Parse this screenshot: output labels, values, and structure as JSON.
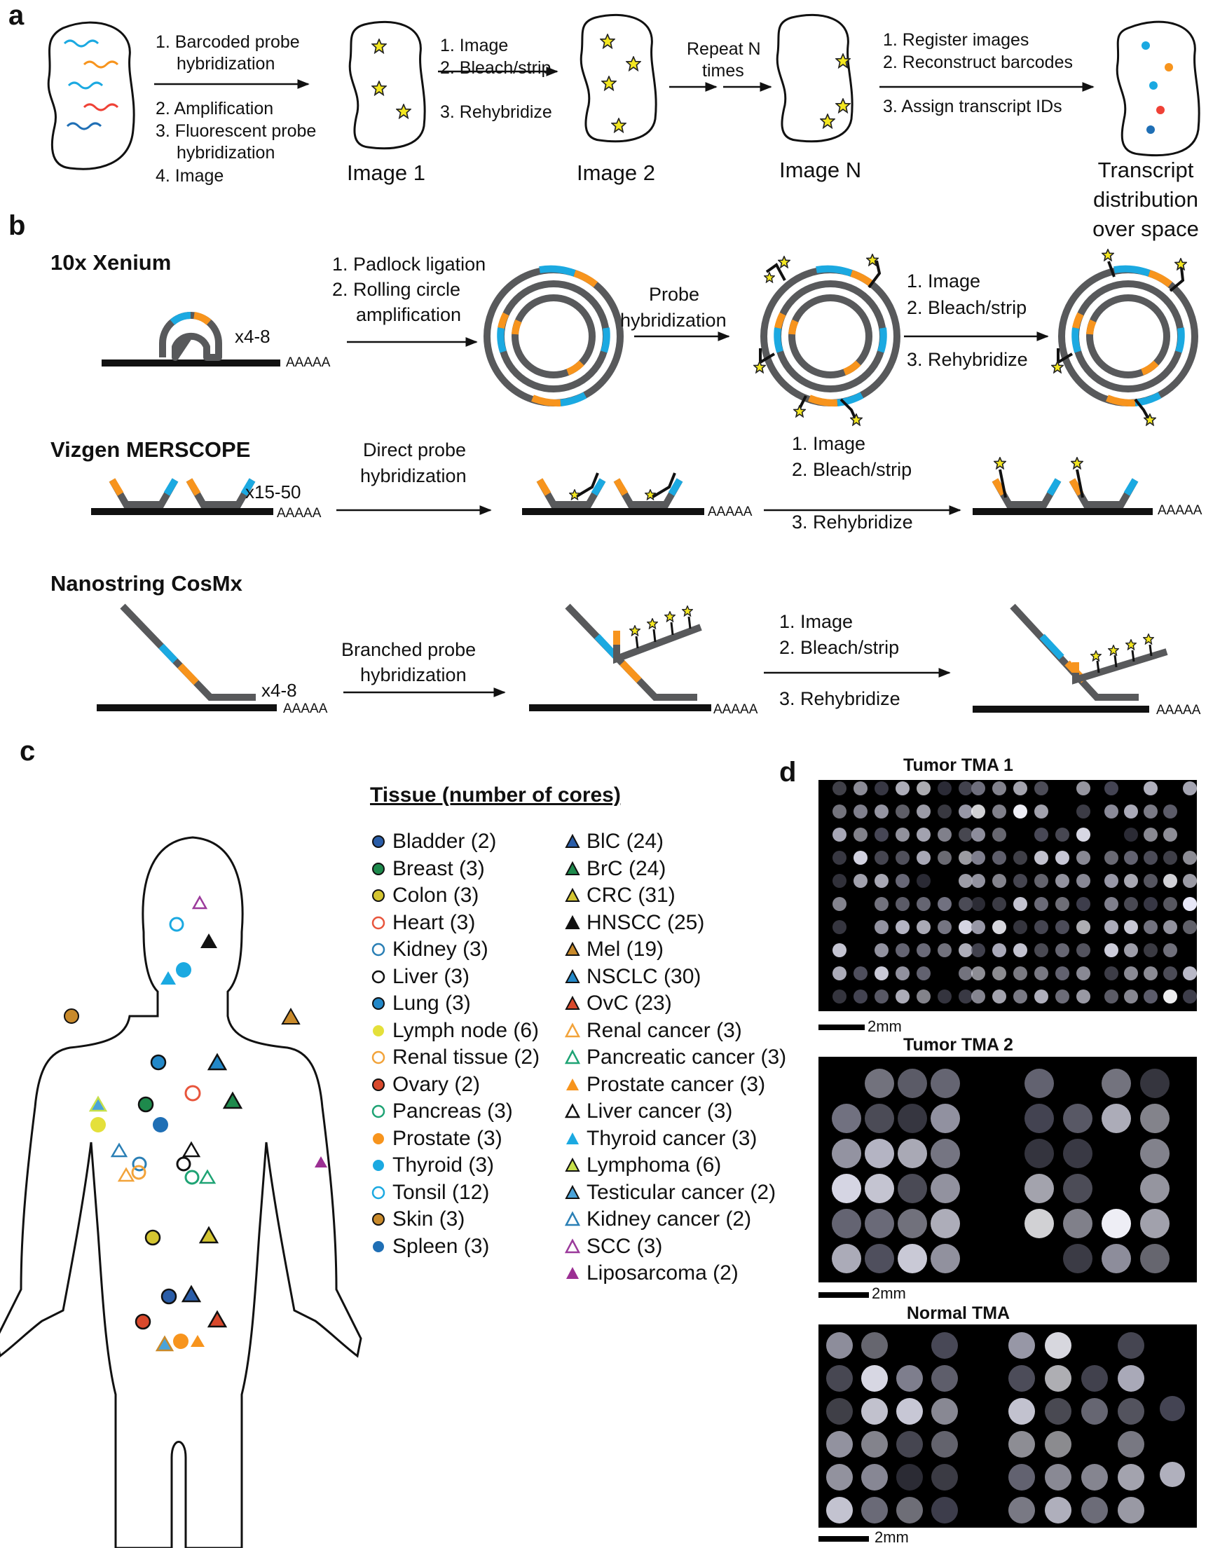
{
  "panels": {
    "a": "a",
    "b": "b",
    "c": "c",
    "d": "d"
  },
  "colors": {
    "blue": "#1ba9e1",
    "orange": "#f7941d",
    "gray": "#58595b",
    "black": "#111111",
    "red": "#ef4136",
    "star": "#f4e720"
  },
  "panel_a": {
    "step1": [
      "1. Barcoded probe",
      "hybridization",
      "2. Amplification",
      "3. Fluorescent probe",
      "hybridization",
      "4. Image"
    ],
    "cycle": [
      "1. Image",
      "2. Bleach/strip",
      "3. Rehybridize"
    ],
    "repeat": [
      "Repeat N",
      "times"
    ],
    "decode": [
      "1. Register images",
      "2. Reconstruct barcodes",
      "3. Assign transcript IDs"
    ],
    "images": [
      "Image 1",
      "Image 2",
      "Image N"
    ],
    "result": [
      "Transcript",
      "distribution",
      "over space"
    ]
  },
  "panel_b": {
    "xenium": {
      "title": "10x Xenium",
      "copies": "x4-8",
      "polya": "AAAAA",
      "step1": [
        "1. Padlock ligation",
        "2. Rolling circle",
        "amplification"
      ],
      "step2": [
        "Probe",
        "hybridization"
      ],
      "cycle": [
        "1. Image",
        "2. Bleach/strip",
        "3. Rehybridize"
      ]
    },
    "merscope": {
      "title": "Vizgen MERSCOPE",
      "copies": "x15-50",
      "polya": "AAAAA",
      "step1": [
        "Direct probe",
        "hybridization"
      ],
      "cycle": [
        "1. Image",
        "2. Bleach/strip",
        "3. Rehybridize"
      ]
    },
    "cosmx": {
      "title": "Nanostring CosMx",
      "copies": "x4-8",
      "polya": "AAAAA",
      "step1": [
        "Branched probe",
        "hybridization"
      ],
      "cycle": [
        "1. Image",
        "2. Bleach/strip",
        "3. Rehybridize"
      ]
    }
  },
  "panel_c": {
    "legend_title": "Tissue (number of cores)",
    "normal": [
      {
        "label": "Bladder (2)",
        "marker": "filled-circle",
        "color": "#2a5da8"
      },
      {
        "label": "Breast (3)",
        "marker": "filled-circle",
        "color": "#1e8a4c"
      },
      {
        "label": "Colon (3)",
        "marker": "filled-circle",
        "color": "#d4c531"
      },
      {
        "label": "Heart (3)",
        "marker": "open-circle",
        "color": "#e8553c"
      },
      {
        "label": "Kidney (3)",
        "marker": "open-circle",
        "color": "#2a7fb5"
      },
      {
        "label": "Liver (3)",
        "marker": "open-circle",
        "color": "#111111"
      },
      {
        "label": "Lung (3)",
        "marker": "filled-circle",
        "color": "#2388c8"
      },
      {
        "label": "Lymph node (6)",
        "marker": "filled-circle-noline",
        "color": "#e4e03a"
      },
      {
        "label": "Renal tissue (2)",
        "marker": "open-circle",
        "color": "#f2a33a"
      },
      {
        "label": "Ovary (2)",
        "marker": "filled-circle",
        "color": "#d9492c"
      },
      {
        "label": "Pancreas (3)",
        "marker": "open-circle",
        "color": "#1ea374"
      },
      {
        "label": "Prostate (3)",
        "marker": "filled-circle-noline",
        "color": "#f7941d"
      },
      {
        "label": "Thyroid (3)",
        "marker": "filled-circle-noline",
        "color": "#1ba9e1"
      },
      {
        "label": "Tonsil (12)",
        "marker": "open-circle",
        "color": "#1ba9e1"
      },
      {
        "label": "Skin (3)",
        "marker": "filled-circle",
        "color": "#c98a2b"
      },
      {
        "label": "Spleen (3)",
        "marker": "filled-circle-noline",
        "color": "#1f6fb5"
      }
    ],
    "cancer": [
      {
        "label": "BlC (24)",
        "marker": "filled-triangle",
        "color": "#2a5da8"
      },
      {
        "label": "BrC (24)",
        "marker": "filled-triangle",
        "color": "#1e8a4c"
      },
      {
        "label": "CRC (31)",
        "marker": "filled-triangle",
        "color": "#d4c531"
      },
      {
        "label": "HNSCC (25)",
        "marker": "filled-triangle",
        "color": "#111111"
      },
      {
        "label": "Mel (19)",
        "marker": "filled-triangle",
        "color": "#c98a2b"
      },
      {
        "label": "NSCLC (30)",
        "marker": "filled-triangle",
        "color": "#2388c8"
      },
      {
        "label": "OvC (23)",
        "marker": "filled-triangle",
        "color": "#d9492c"
      },
      {
        "label": "Renal cancer (3)",
        "marker": "open-triangle",
        "color": "#f2a33a"
      },
      {
        "label": "Pancreatic cancer (3)",
        "marker": "open-triangle",
        "color": "#1ea374"
      },
      {
        "label": "Prostate cancer (3)",
        "marker": "filled-triangle-noline",
        "color": "#f7941d"
      },
      {
        "label": "Liver cancer (3)",
        "marker": "open-triangle",
        "color": "#111111"
      },
      {
        "label": "Thyroid cancer (3)",
        "marker": "filled-triangle-noline",
        "color": "#1ba9e1"
      },
      {
        "label": "Lymphoma (6)",
        "marker": "filled-triangle",
        "color": "#c7e04a"
      },
      {
        "label": "Testicular cancer (2)",
        "marker": "filled-triangle",
        "color": "#4aa3d9"
      },
      {
        "label": "Kidney cancer (2)",
        "marker": "open-triangle",
        "color": "#2a7fb5"
      },
      {
        "label": "SCC (3)",
        "marker": "open-triangle",
        "color": "#9b3a9b"
      },
      {
        "label": "Liposarcoma (2)",
        "marker": "filled-triangle-noline",
        "color": "#9b2f93"
      }
    ]
  },
  "panel_d": {
    "tma": [
      {
        "title": "Tumor TMA 1",
        "scale": "2mm"
      },
      {
        "title": "Tumor TMA 2",
        "scale": "2mm"
      },
      {
        "title": "Normal TMA",
        "scale": "2mm"
      }
    ]
  }
}
